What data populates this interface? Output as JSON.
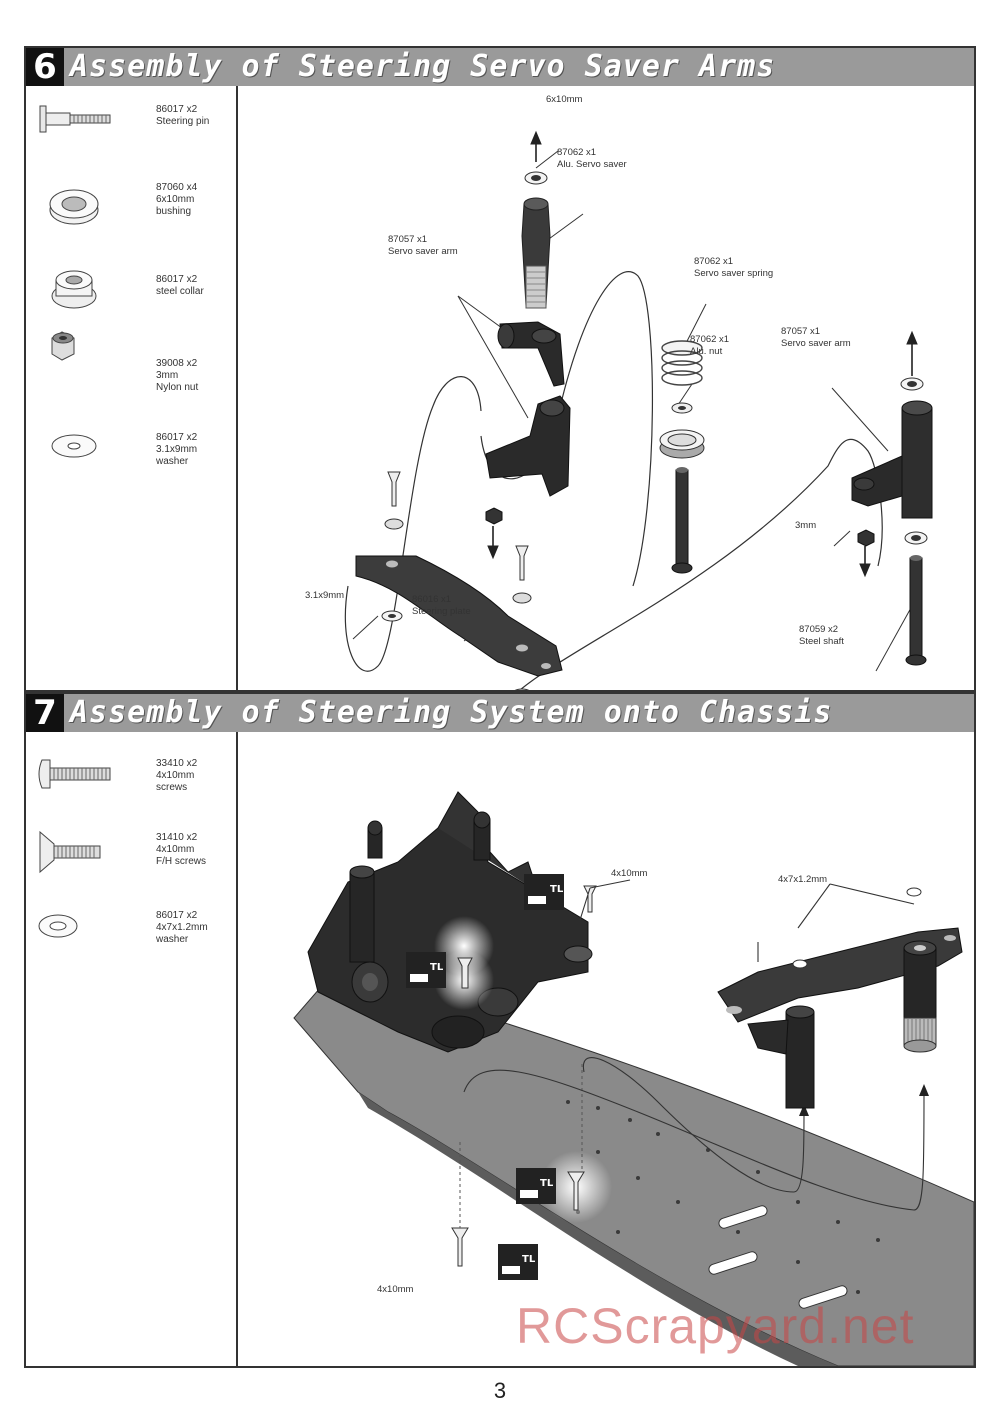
{
  "section6": {
    "step": "6",
    "title": "Assembly of Steering Servo Saver Arms",
    "parts": [
      {
        "code": "86017  x2",
        "name": "Steering pin",
        "icon": "steering-pin-icon"
      },
      {
        "code": "87060  x4",
        "name": "6x10mm",
        "name2": "bushing",
        "icon": "bushing-icon"
      },
      {
        "code": "86017  x2",
        "name": "steel collar",
        "icon": "steel-collar-icon"
      },
      {
        "code": "39008  x2",
        "name": "3mm",
        "name2": "Nylon nut",
        "icon": "nylon-nut-icon"
      },
      {
        "code": "86017  x2",
        "name": "3.1x9mm",
        "name2": "washer",
        "icon": "washer-icon"
      }
    ],
    "callouts": {
      "bushing_top": "6x10mm",
      "servo_saver_code": "87062  x1",
      "servo_saver_name": "Alu. Servo saver",
      "servo_arm_left_code": "87057  x1",
      "servo_arm_left_name": "Servo saver arm",
      "spring_code": "87062  x1",
      "spring_name": "Servo saver spring",
      "alu_nut_code": "87062  x1",
      "alu_nut_name": "Alu. nut",
      "servo_arm_right_code": "87057  x1",
      "servo_arm_right_name": "Servo saver arm",
      "nut_3mm": "3mm",
      "washer_left": "3.1x9mm",
      "plate_code": "86016  x1",
      "plate_name": "Steering plate",
      "shaft_code": "87059  x2",
      "shaft_name": "Steel shaft"
    }
  },
  "section7": {
    "step": "7",
    "title": "Assembly of Steering System onto Chassis",
    "parts": [
      {
        "code": "33410  x2",
        "name": "4x10mm",
        "name2": "screws",
        "icon": "button-screw-icon"
      },
      {
        "code": "31410  x2",
        "name": "4x10mm",
        "name2": "F/H screws",
        "icon": "flathead-screw-icon"
      },
      {
        "code": "86017  x2",
        "name": "4x7x1.2mm",
        "name2": "washer",
        "icon": "washer-icon"
      }
    ],
    "callouts": {
      "screw_top": "4x10mm",
      "washer_top": "4x7x1.2mm",
      "screw_bottom": "4x10mm",
      "threadlock": "TL"
    }
  },
  "page_number": "3",
  "watermark": "RCScrapyard.net",
  "colors": {
    "header": "#9a9a9a",
    "step_box": "#111111",
    "part_dark": "#2a2a2a",
    "chassis": "#8c8c8c",
    "watermark": "#c84646"
  }
}
